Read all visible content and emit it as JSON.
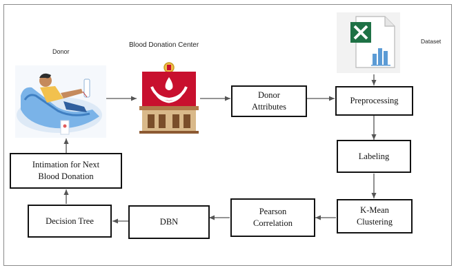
{
  "labels": {
    "donor": "Donor",
    "center": "Blood Donation Center",
    "dataset": "Dataset"
  },
  "boxes": {
    "donor_attributes": "Donor\nAttributes",
    "preprocessing": "Preprocessing",
    "labeling": "Labeling",
    "kmean": "K-Mean\nClustering",
    "pearson": "Pearson\nCorrelation",
    "dbn": "DBN",
    "decision_tree": "Decision Tree",
    "intimation": "Intimation for Next\nBlood Donation"
  },
  "icons": {
    "donor": "blood-donor-illustration",
    "center": "blood-donation-center-icon",
    "dataset": "excel-dataset-icon"
  },
  "colors": {
    "box_border": "#111111",
    "arrow": "#555555",
    "excel_green": "#1e7145",
    "blood_red": "#c8102e"
  }
}
